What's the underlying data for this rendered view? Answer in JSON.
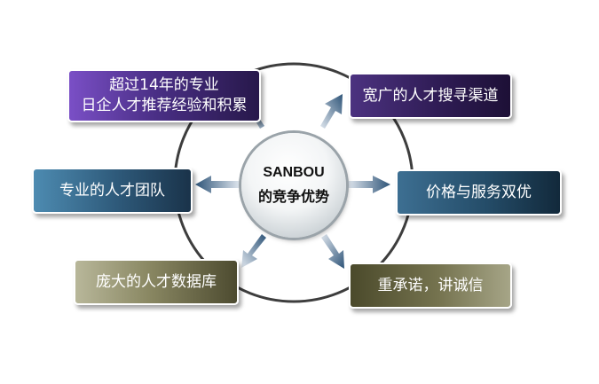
{
  "center": {
    "line1": "SANBOU",
    "line2": "的竞争优势"
  },
  "boxes": [
    {
      "line1": "超过14年的专业",
      "line2": "日企人才推荐经验和积累"
    },
    {
      "text": "宽广的人才搜寻渠道"
    },
    {
      "text": "专业的人才团队"
    },
    {
      "text": "价格与服务双优"
    },
    {
      "text": "庞大的人才数据库"
    },
    {
      "text": "重承诺，讲诚信"
    }
  ],
  "colors": {
    "ring": "#3d3d3d",
    "arrow_dark": "#2e5478",
    "arrow_light": "#cdd7e2"
  }
}
